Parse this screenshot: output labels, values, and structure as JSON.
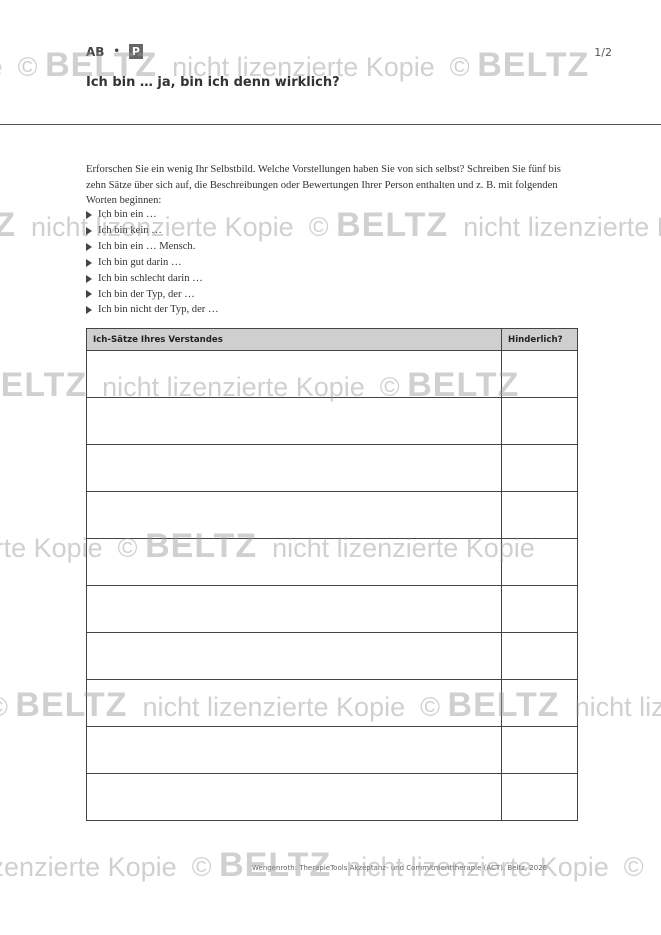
{
  "header": {
    "section": "AB",
    "bullet": "•",
    "badge": "P",
    "page": "1/2",
    "title": "Ich bin … ja, bin ich denn wirklich?"
  },
  "intro": "Erforschen Sie ein wenig Ihr Selbstbild. Welche Vorstellungen haben Sie von sich selbst? Schreiben Sie fünf bis zehn Sätze über sich auf, die Beschreibungen oder Bewertungen Ihrer Person enthalten und z. B. mit folgenden Worten beginnen:",
  "prompts": [
    "Ich bin ein …",
    "Ich bin kein …",
    "Ich bin ein … Mensch.",
    "Ich bin gut darin …",
    "Ich bin schlecht darin …",
    "Ich bin der Typ, der …",
    "Ich bin nicht der Typ, der …"
  ],
  "table": {
    "col1_header": "Ich-Sätze Ihres Verstandes",
    "col2_header": "Hinderlich?"
  },
  "footer": "Wengenroth: TherapieTools Akzeptanz- und Commitmenttherapie (ACT). Beltz, 2026",
  "watermark": {
    "copyright": "©",
    "logo": "BELTZ",
    "text": "nicht lizenzierte Kopie"
  },
  "colors": {
    "header_fill": "#cfcfcf",
    "rule": "#555555",
    "watermark": "#969696"
  }
}
